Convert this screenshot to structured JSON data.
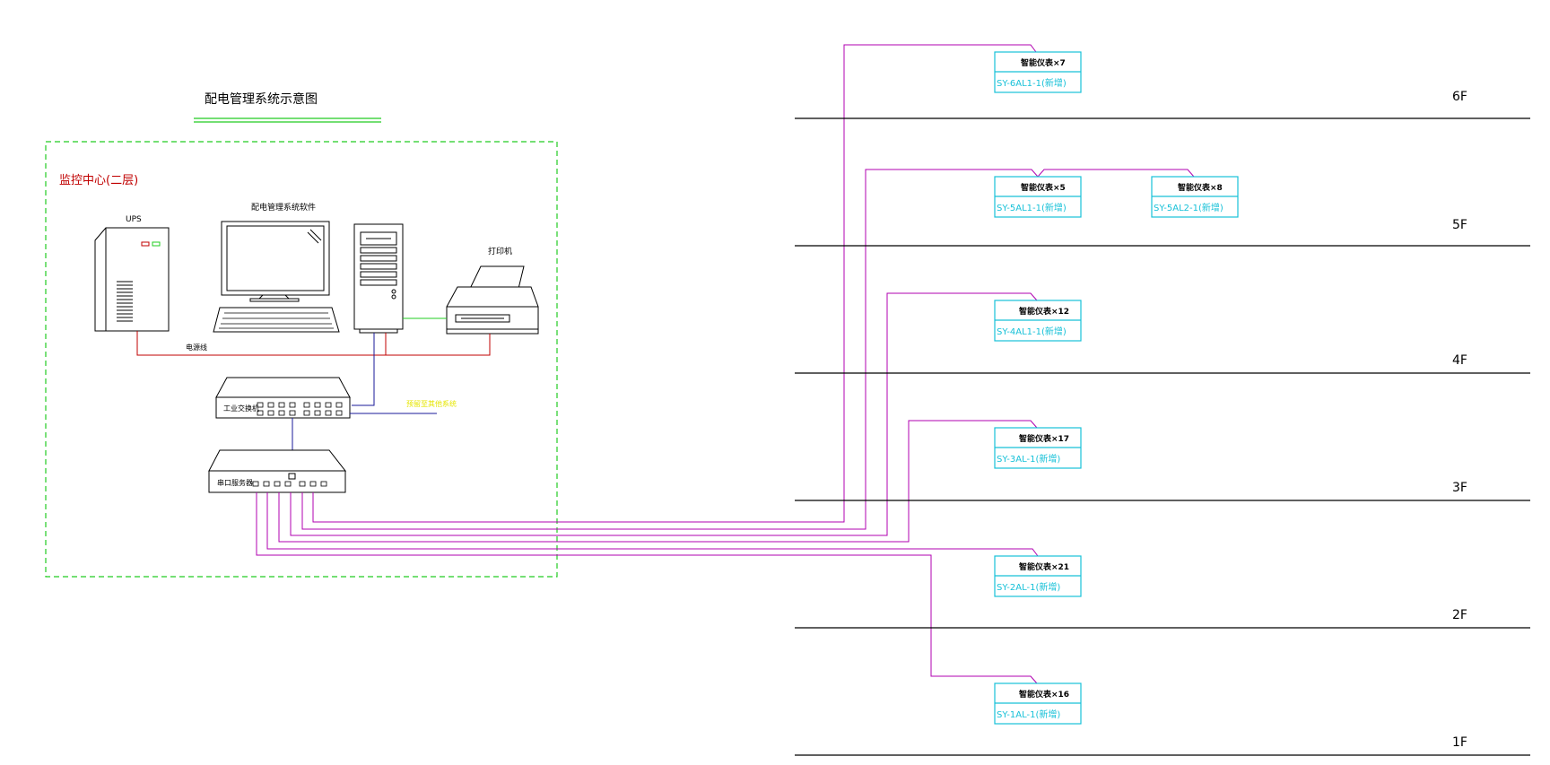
{
  "diagram": {
    "title": "配电管理系统示意图",
    "monitor_center_label": "监控中心(二层)",
    "ups_label": "UPS",
    "software_label": "配电管理系统软件",
    "printer_label": "打印机",
    "power_line_label": "电源线",
    "switch_label": "工业交换机",
    "server_label": "串口服务器",
    "spare_label": "预留至其他系统",
    "floors": [
      "6F",
      "5F",
      "4F",
      "3F",
      "2F",
      "1F"
    ],
    "meters": [
      {
        "top": "智能仪表×7",
        "bottom": "SY-6AL1-1(新增)"
      },
      {
        "top": "智能仪表×5",
        "bottom": "SY-5AL1-1(新增)"
      },
      {
        "top": "智能仪表×8",
        "bottom": "SY-5AL2-1(新增)"
      },
      {
        "top": "智能仪表×12",
        "bottom": "SY-4AL1-1(新增)"
      },
      {
        "top": "智能仪表×17",
        "bottom": "SY-3AL-1(新增)"
      },
      {
        "top": "智能仪表×21",
        "bottom": "SY-2AL-1(新增)"
      },
      {
        "top": "智能仪表×16",
        "bottom": "SY-1AL-1(新增)"
      }
    ],
    "colors": {
      "monitor_border": "#22cc22",
      "monitor_label": "#c00000",
      "bus_line": "#b000b0",
      "meter_box": "#17c1d8",
      "power_line": "#c00000",
      "network_line": "#1a1a9a",
      "printer_line": "#22cc22",
      "spare_label": "#e6e600"
    }
  }
}
